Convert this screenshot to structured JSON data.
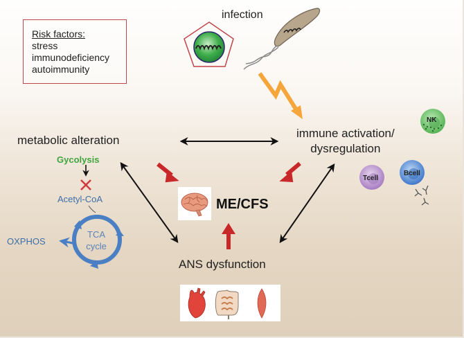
{
  "risk_factors": {
    "title": "Risk factors:",
    "items": [
      "stress",
      "immunodeficiency",
      "autoimmunity"
    ]
  },
  "nodes": {
    "infection": "infection",
    "metabolic": "metabolic alteration",
    "immune_line1": "immune activation/",
    "immune_line2": "dysregulation",
    "ans": "ANS dysfunction",
    "center": "ME/CFS"
  },
  "metabolism": {
    "glycolysis": "Gycolysis",
    "acetyl_coa": "Acetyl-CoA",
    "tca_line1": "TCA",
    "tca_line2": "cycle",
    "oxphos": "OXPHOS"
  },
  "immune_cells": {
    "nk": "NK",
    "tcell": "Tcell",
    "bcell": "Bcell"
  },
  "colors": {
    "risk_border": "#c0454a",
    "red_arrow": "#c8282a",
    "lightning": "#f5a53a",
    "glycolysis_green": "#3fa53c",
    "metabolism_blue": "#3d6ea9",
    "tca_ring": "#4a7fc4",
    "nk_cell": "#6cc36a",
    "t_cell": "#b98fcf",
    "b_cell": "#5a8fd6"
  }
}
